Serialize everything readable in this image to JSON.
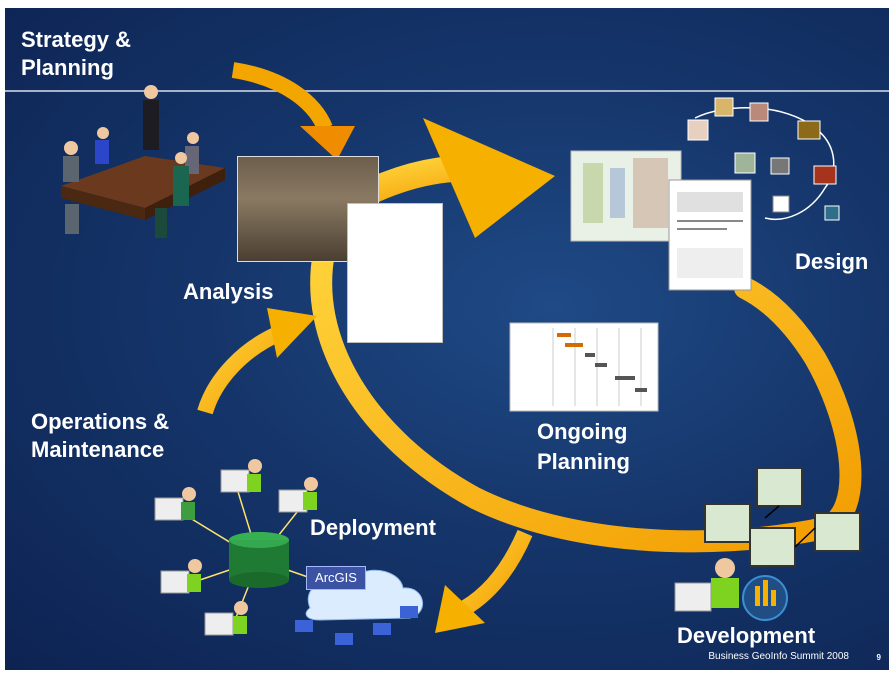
{
  "labels": {
    "strategy": "Strategy &",
    "planning": "Planning",
    "analysis": "Analysis",
    "design": "Design",
    "operations": "Operations &",
    "maintenance": "Maintenance",
    "ongoing": "Ongoing",
    "ongoing_planning": "Planning",
    "deployment": "Deployment",
    "development": "Development",
    "arcgis": "ArcGIS"
  },
  "footer": {
    "event": "Business GeoInfo Summit 2008",
    "page": "9"
  },
  "colors": {
    "background_dark": "#0d2352",
    "arrow_yellow": "#f7b400",
    "arrow_orange": "#e98b00",
    "text": "#ffffff"
  }
}
